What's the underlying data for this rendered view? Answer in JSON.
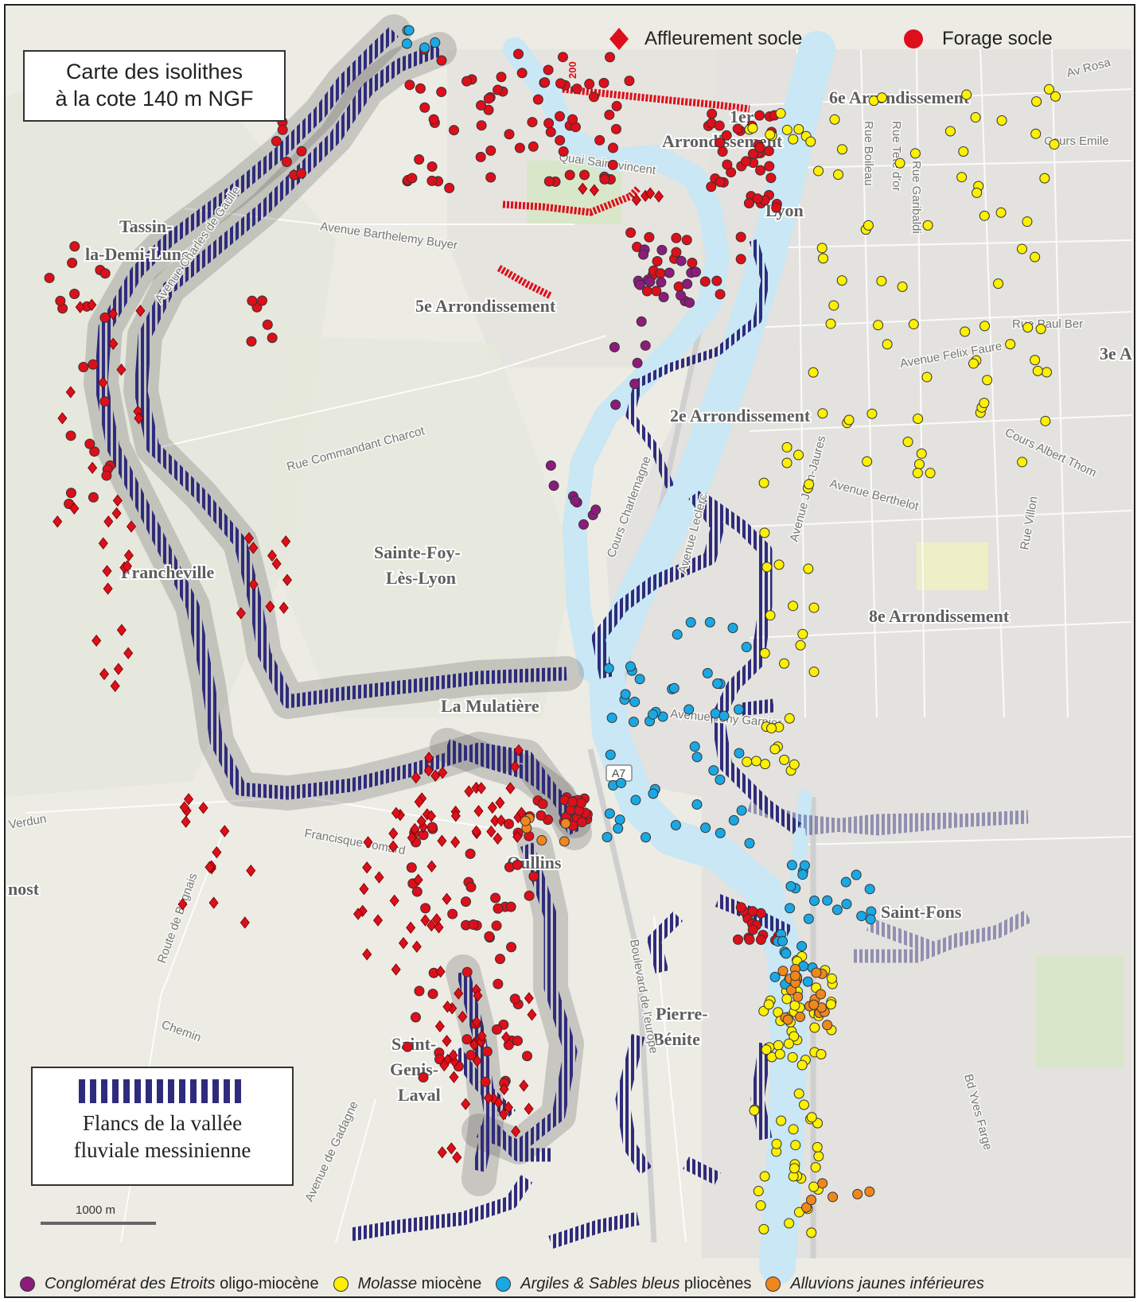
{
  "map_title": {
    "line1": "Carte des isolithes",
    "line2": "à la cote 140 m NGF"
  },
  "legend_top": {
    "outcrop_label": "Affleurement socle",
    "drill_label": "Forage socle",
    "outcrop_icon": "red-diamond-icon",
    "drill_icon": "red-circle-icon"
  },
  "legend_flanks": {
    "line1": "Flancs de la vallée",
    "line2": "fluviale messinienne"
  },
  "scale_label": "1000 m",
  "contour_label": "200",
  "colors": {
    "socle": "#dd0f1a",
    "conglomerat": "#8c1b7c",
    "molasse": "#fdf000",
    "argiles": "#1aa8e4",
    "alluvions": "#f0871e",
    "flank": "#2f2b7c",
    "river": "#c9e7f4"
  },
  "bottom_legend": [
    {
      "color": "#8c1b7c",
      "italic": "Conglomérat des Etroits",
      "plain": " oligo-miocène"
    },
    {
      "color": "#fdf000",
      "italic": "Molasse",
      "plain": " miocène"
    },
    {
      "color": "#1aa8e4",
      "italic": "Argiles & Sables bleus",
      "plain": " pliocènes"
    },
    {
      "color": "#f0871e",
      "italic": "Alluvions jaunes inférieures",
      "plain": ""
    }
  ],
  "places": {
    "arr6": "6e Arrondissement",
    "arr1a": "1er",
    "arr1b": "Arrondissement",
    "lyon": "Lyon",
    "tassin1": "Tassin-",
    "tassin2": "la-Demi-Lune",
    "arr5": "5e Arrondissement",
    "arr2": "2e Arrondissement",
    "arr3": "3e A",
    "sfoy1": "Sainte-Foy-",
    "sfoy2": "Lès-Lyon",
    "francheville": "Francheville",
    "arr8": "8e Arrondissement",
    "mulatiere": "La Mulatière",
    "oullins": "Oullins",
    "stfons": "Saint-Fons",
    "pb1": "Pierre-",
    "pb2": "Bénite",
    "sg1": "Saint-",
    "sg2": "Genis-",
    "sg3": "Laval",
    "nost": "nost"
  },
  "roads": {
    "r1": "Rue Tete d'or",
    "r2": "Rue Garibaldi",
    "r3": "Rue Paul Ber",
    "r4": "Avenue Felix Faure",
    "r5": "Cours Emile",
    "r6": "Avenue Barthelemy Buyer",
    "r7": "Quai Saint-vincent",
    "r8": "Rue Commandant Charcot",
    "r9": "Avenue Berthelot",
    "r10": "Cours Albert Thom",
    "r11": "Avenue Charles de Gaulle",
    "r12": "Route de Brignais",
    "r13": "Francisque Jomard",
    "r14": "Boulevard de l'europe",
    "r15": "Bd Yves Farge",
    "r16": "Rue Villon",
    "r17": "A7",
    "r18": "Avenue de Gadagne",
    "r19": "Chemin",
    "r20": "Verdun",
    "r21": "Rue Boileau",
    "r22": "Cours Charlemagne",
    "r23": "Avenue Jean-Jaures",
    "r24": "Avenue Leclerc",
    "r25": "Avenue Tony Garnier",
    "r26": "Av Rosa"
  }
}
